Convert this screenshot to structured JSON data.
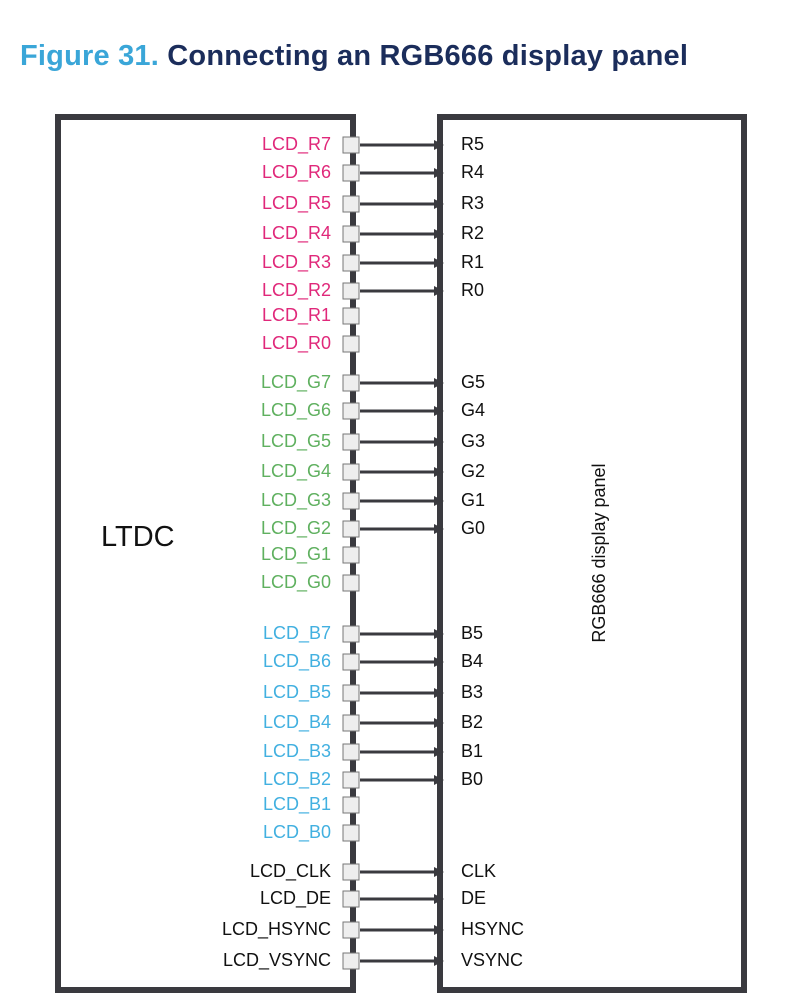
{
  "figure": {
    "number": "Figure 31.",
    "title": "Connecting an RGB666 display panel"
  },
  "colors": {
    "red": "#e0287a",
    "green": "#5fb05f",
    "blue": "#42b0e0",
    "black": "#111111",
    "box_border": "#3a3a3f",
    "arrow": "#3a3a3f",
    "pin_fill": "#eeeeee",
    "pin_stroke": "#777777"
  },
  "ltdc": {
    "label": "LTDC"
  },
  "panel": {
    "label": "RGB666 display panel"
  },
  "signals": [
    {
      "pin": "LCD_R7",
      "target": "R5",
      "color": "red"
    },
    {
      "pin": "LCD_R6",
      "target": "R4",
      "color": "red"
    },
    {
      "pin": "LCD_R5",
      "target": "R3",
      "color": "red"
    },
    {
      "pin": "LCD_R4",
      "target": "R2",
      "color": "red"
    },
    {
      "pin": "LCD_R3",
      "target": "R1",
      "color": "red"
    },
    {
      "pin": "LCD_R2",
      "target": "R0",
      "color": "red"
    },
    {
      "pin": "LCD_R1",
      "target": "",
      "color": "red"
    },
    {
      "pin": "LCD_R0",
      "target": "",
      "color": "red"
    },
    {
      "pin": "LCD_G7",
      "target": "G5",
      "color": "green"
    },
    {
      "pin": "LCD_G6",
      "target": "G4",
      "color": "green"
    },
    {
      "pin": "LCD_G5",
      "target": "G3",
      "color": "green"
    },
    {
      "pin": "LCD_G4",
      "target": "G2",
      "color": "green"
    },
    {
      "pin": "LCD_G3",
      "target": "G1",
      "color": "green"
    },
    {
      "pin": "LCD_G2",
      "target": "G0",
      "color": "green"
    },
    {
      "pin": "LCD_G1",
      "target": "",
      "color": "green"
    },
    {
      "pin": "LCD_G0",
      "target": "",
      "color": "green"
    },
    {
      "pin": "LCD_B7",
      "target": "B5",
      "color": "blue"
    },
    {
      "pin": "LCD_B6",
      "target": "B4",
      "color": "blue"
    },
    {
      "pin": "LCD_B5",
      "target": "B3",
      "color": "blue"
    },
    {
      "pin": "LCD_B4",
      "target": "B2",
      "color": "blue"
    },
    {
      "pin": "LCD_B3",
      "target": "B1",
      "color": "blue"
    },
    {
      "pin": "LCD_B2",
      "target": "B0",
      "color": "blue"
    },
    {
      "pin": "LCD_B1",
      "target": "",
      "color": "blue"
    },
    {
      "pin": "LCD_B0",
      "target": "",
      "color": "blue"
    },
    {
      "pin": "LCD_CLK",
      "target": "CLK",
      "color": "black"
    },
    {
      "pin": "LCD_DE",
      "target": "DE",
      "color": "black"
    },
    {
      "pin": "LCD_HSYNC",
      "target": "HSYNC",
      "color": "black"
    },
    {
      "pin": "LCD_VSYNC",
      "target": "VSYNC",
      "color": "black"
    }
  ]
}
